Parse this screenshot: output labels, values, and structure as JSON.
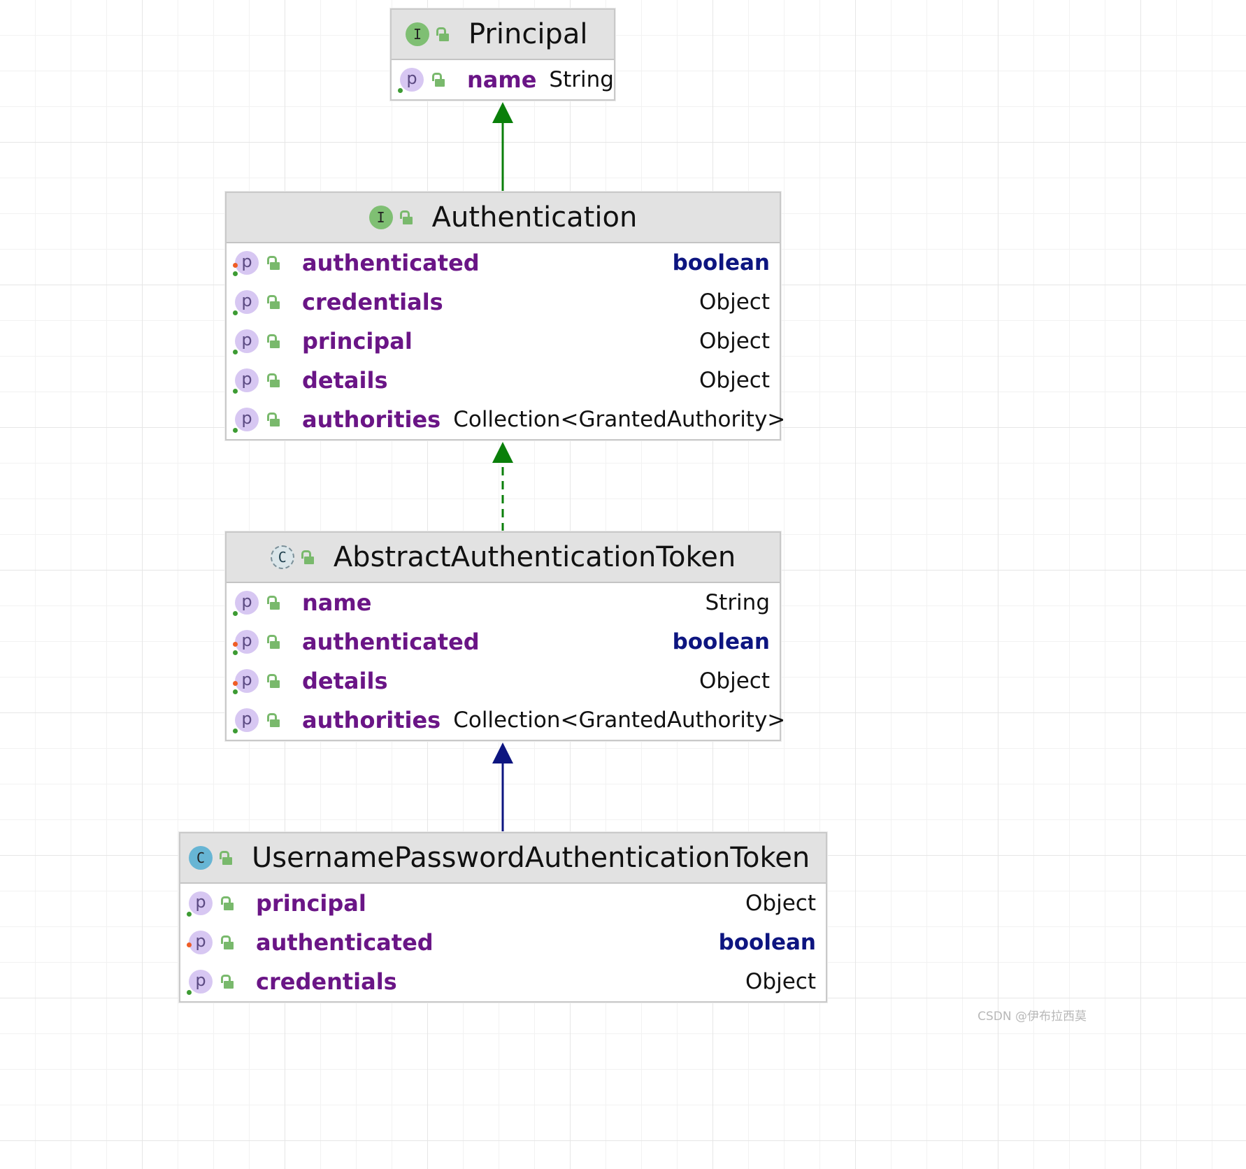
{
  "colors": {
    "extends_interface": "#0a7f0a",
    "implements": "#0a7f0a",
    "extends_class": "#0d1580",
    "member_name": "#6a1586",
    "keyword_type": "#0d1580"
  },
  "nodes": {
    "principal": {
      "kind": "interface",
      "icon_letter": "I",
      "title": "Principal",
      "members": [
        {
          "name": "name",
          "type": "String",
          "type_is_keyword": false,
          "icon_letter": "p",
          "dots": [
            "green"
          ]
        }
      ]
    },
    "authentication": {
      "kind": "interface",
      "icon_letter": "I",
      "title": "Authentication",
      "members": [
        {
          "name": "authenticated",
          "type": "boolean",
          "type_is_keyword": true,
          "icon_letter": "p",
          "dots": [
            "orange",
            "green"
          ]
        },
        {
          "name": "credentials",
          "type": "Object",
          "type_is_keyword": false,
          "icon_letter": "p",
          "dots": [
            "green"
          ]
        },
        {
          "name": "principal",
          "type": "Object",
          "type_is_keyword": false,
          "icon_letter": "p",
          "dots": [
            "green"
          ]
        },
        {
          "name": "details",
          "type": "Object",
          "type_is_keyword": false,
          "icon_letter": "p",
          "dots": [
            "green"
          ]
        },
        {
          "name": "authorities",
          "type": "Collection<GrantedAuthority>",
          "type_is_keyword": false,
          "icon_letter": "p",
          "dots": [
            "green"
          ]
        }
      ]
    },
    "abstract_token": {
      "kind": "abstract-class",
      "icon_letter": "C",
      "title": "AbstractAuthenticationToken",
      "members": [
        {
          "name": "name",
          "type": "String",
          "type_is_keyword": false,
          "icon_letter": "p",
          "dots": [
            "green"
          ]
        },
        {
          "name": "authenticated",
          "type": "boolean",
          "type_is_keyword": true,
          "icon_letter": "p",
          "dots": [
            "orange",
            "green"
          ]
        },
        {
          "name": "details",
          "type": "Object",
          "type_is_keyword": false,
          "icon_letter": "p",
          "dots": [
            "orange",
            "green"
          ]
        },
        {
          "name": "authorities",
          "type": "Collection<GrantedAuthority>",
          "type_is_keyword": false,
          "icon_letter": "p",
          "dots": [
            "green"
          ]
        }
      ]
    },
    "username_token": {
      "kind": "class",
      "icon_letter": "C",
      "title": "UsernamePasswordAuthenticationToken",
      "members": [
        {
          "name": "principal",
          "type": "Object",
          "type_is_keyword": false,
          "icon_letter": "p",
          "dots": [
            "green"
          ]
        },
        {
          "name": "authenticated",
          "type": "boolean",
          "type_is_keyword": true,
          "icon_letter": "p",
          "dots": [
            "orange"
          ]
        },
        {
          "name": "credentials",
          "type": "Object",
          "type_is_keyword": false,
          "icon_letter": "p",
          "dots": [
            "green"
          ]
        }
      ]
    }
  },
  "edges": [
    {
      "from": "authentication",
      "to": "principal",
      "relation": "extends",
      "style": "solid",
      "color": "#0a7f0a"
    },
    {
      "from": "abstract_token",
      "to": "authentication",
      "relation": "implements",
      "style": "dashed",
      "color": "#0a7f0a"
    },
    {
      "from": "username_token",
      "to": "abstract_token",
      "relation": "extends",
      "style": "solid",
      "color": "#0d1580"
    }
  ],
  "watermark": "CSDN @伊布拉西莫"
}
